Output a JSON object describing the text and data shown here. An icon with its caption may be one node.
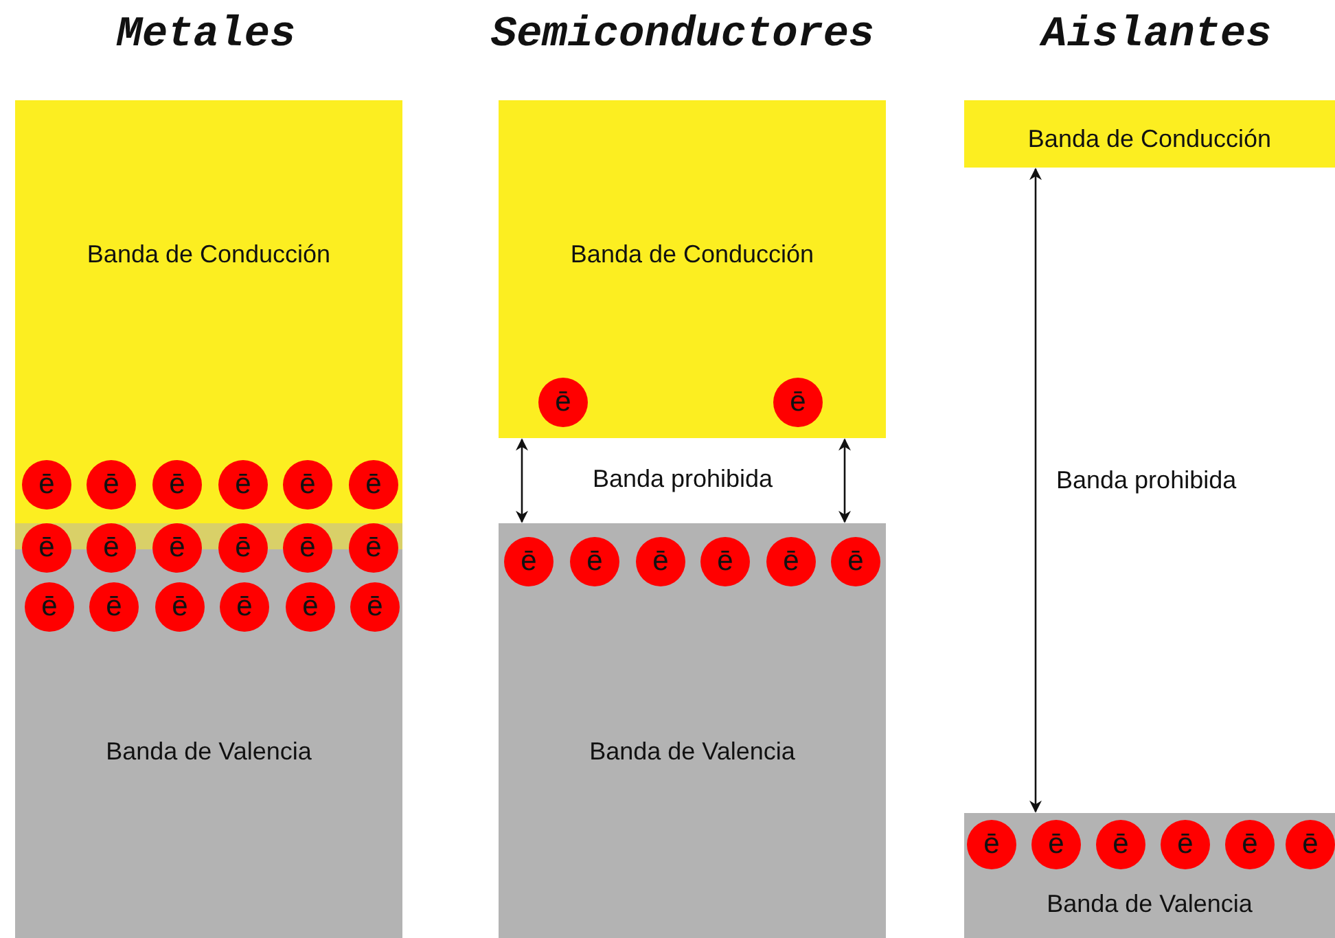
{
  "diagram": {
    "nodes": [
      {
        "text": [
          "Banda de Conducción"
        ]
      },
      {
        "text": [
          "ē"
        ],
        "in": 0
      },
      {
        "text": [
          "ē"
        ],
        "in": 0
      },
      {
        "text": [
          "ē"
        ],
        "in": 0
      },
      {
        "text": [
          "ē"
        ],
        "in": 0
      },
      {
        "text": [
          "ē"
        ],
        "in": 0
      },
      {
        "text": [
          "ē"
        ],
        "in": 0
      },
      {
        "text": [
          "Banda de Valencia"
        ]
      },
      {
        "text": [
          "ē"
        ],
        "in": 7
      },
      {
        "text": [
          "ē"
        ],
        "in": 7
      },
      {
        "text": [
          "ē"
        ],
        "in": 7
      },
      {
        "text": [
          "ē"
        ],
        "in": 7
      },
      {
        "text": [
          "ē"
        ],
        "in": 7
      },
      {
        "text": [
          "ē"
        ],
        "in": 7
      },
      {
        "text": [
          "ē"
        ],
        "in": 7
      },
      {
        "text": [
          "ē"
        ],
        "in": 7
      },
      {
        "text": [
          "ē"
        ],
        "in": 7
      },
      {
        "text": [
          "ē"
        ],
        "in": 7
      },
      {
        "text": [
          "ē"
        ],
        "in": 7
      },
      {
        "text": [
          "ē"
        ],
        "in": 7
      },
      {
        "text": [
          "Banda de Conducción"
        ]
      },
      {
        "text": [
          "ē"
        ],
        "in": 20
      },
      {
        "text": [
          "ē"
        ],
        "in": 20
      },
      {
        "text": [
          "Banda de Valencia"
        ]
      },
      {
        "text": [
          "ē"
        ],
        "in": 23
      },
      {
        "text": [
          "ē"
        ],
        "in": 23
      },
      {
        "text": [
          "ē"
        ],
        "in": 23
      },
      {
        "text": [
          "ē"
        ],
        "in": 23
      },
      {
        "text": [
          "ē"
        ],
        "in": 23
      },
      {
        "text": [
          "ē"
        ],
        "in": 23
      },
      {
        "text": [
          "Banda de Conducción"
        ]
      },
      {
        "text": [
          "Banda de Valencia"
        ]
      },
      {
        "text": [
          "ē"
        ],
        "in": 31
      },
      {
        "text": [
          "ē"
        ],
        "in": 31
      },
      {
        "text": [
          "ē"
        ],
        "in": 31
      },
      {
        "text": [
          "ē"
        ],
        "in": 31
      },
      {
        "text": [
          "ē"
        ],
        "in": 31
      },
      {
        "text": [
          "ē"
        ],
        "in": 31
      }
    ],
    "edges": [
      {
        "from": 20,
        "to": 23,
        "arrow": "both"
      },
      {
        "from": 20,
        "to": 23,
        "arrow": "both"
      },
      {
        "from": 30,
        "to": 31,
        "arrow": "both",
        "label": "Banda prohibida"
      }
    ],
    "labels": [
      "Metales",
      "Semiconductores",
      "Aislantes",
      "Banda prohibida"
    ]
  }
}
